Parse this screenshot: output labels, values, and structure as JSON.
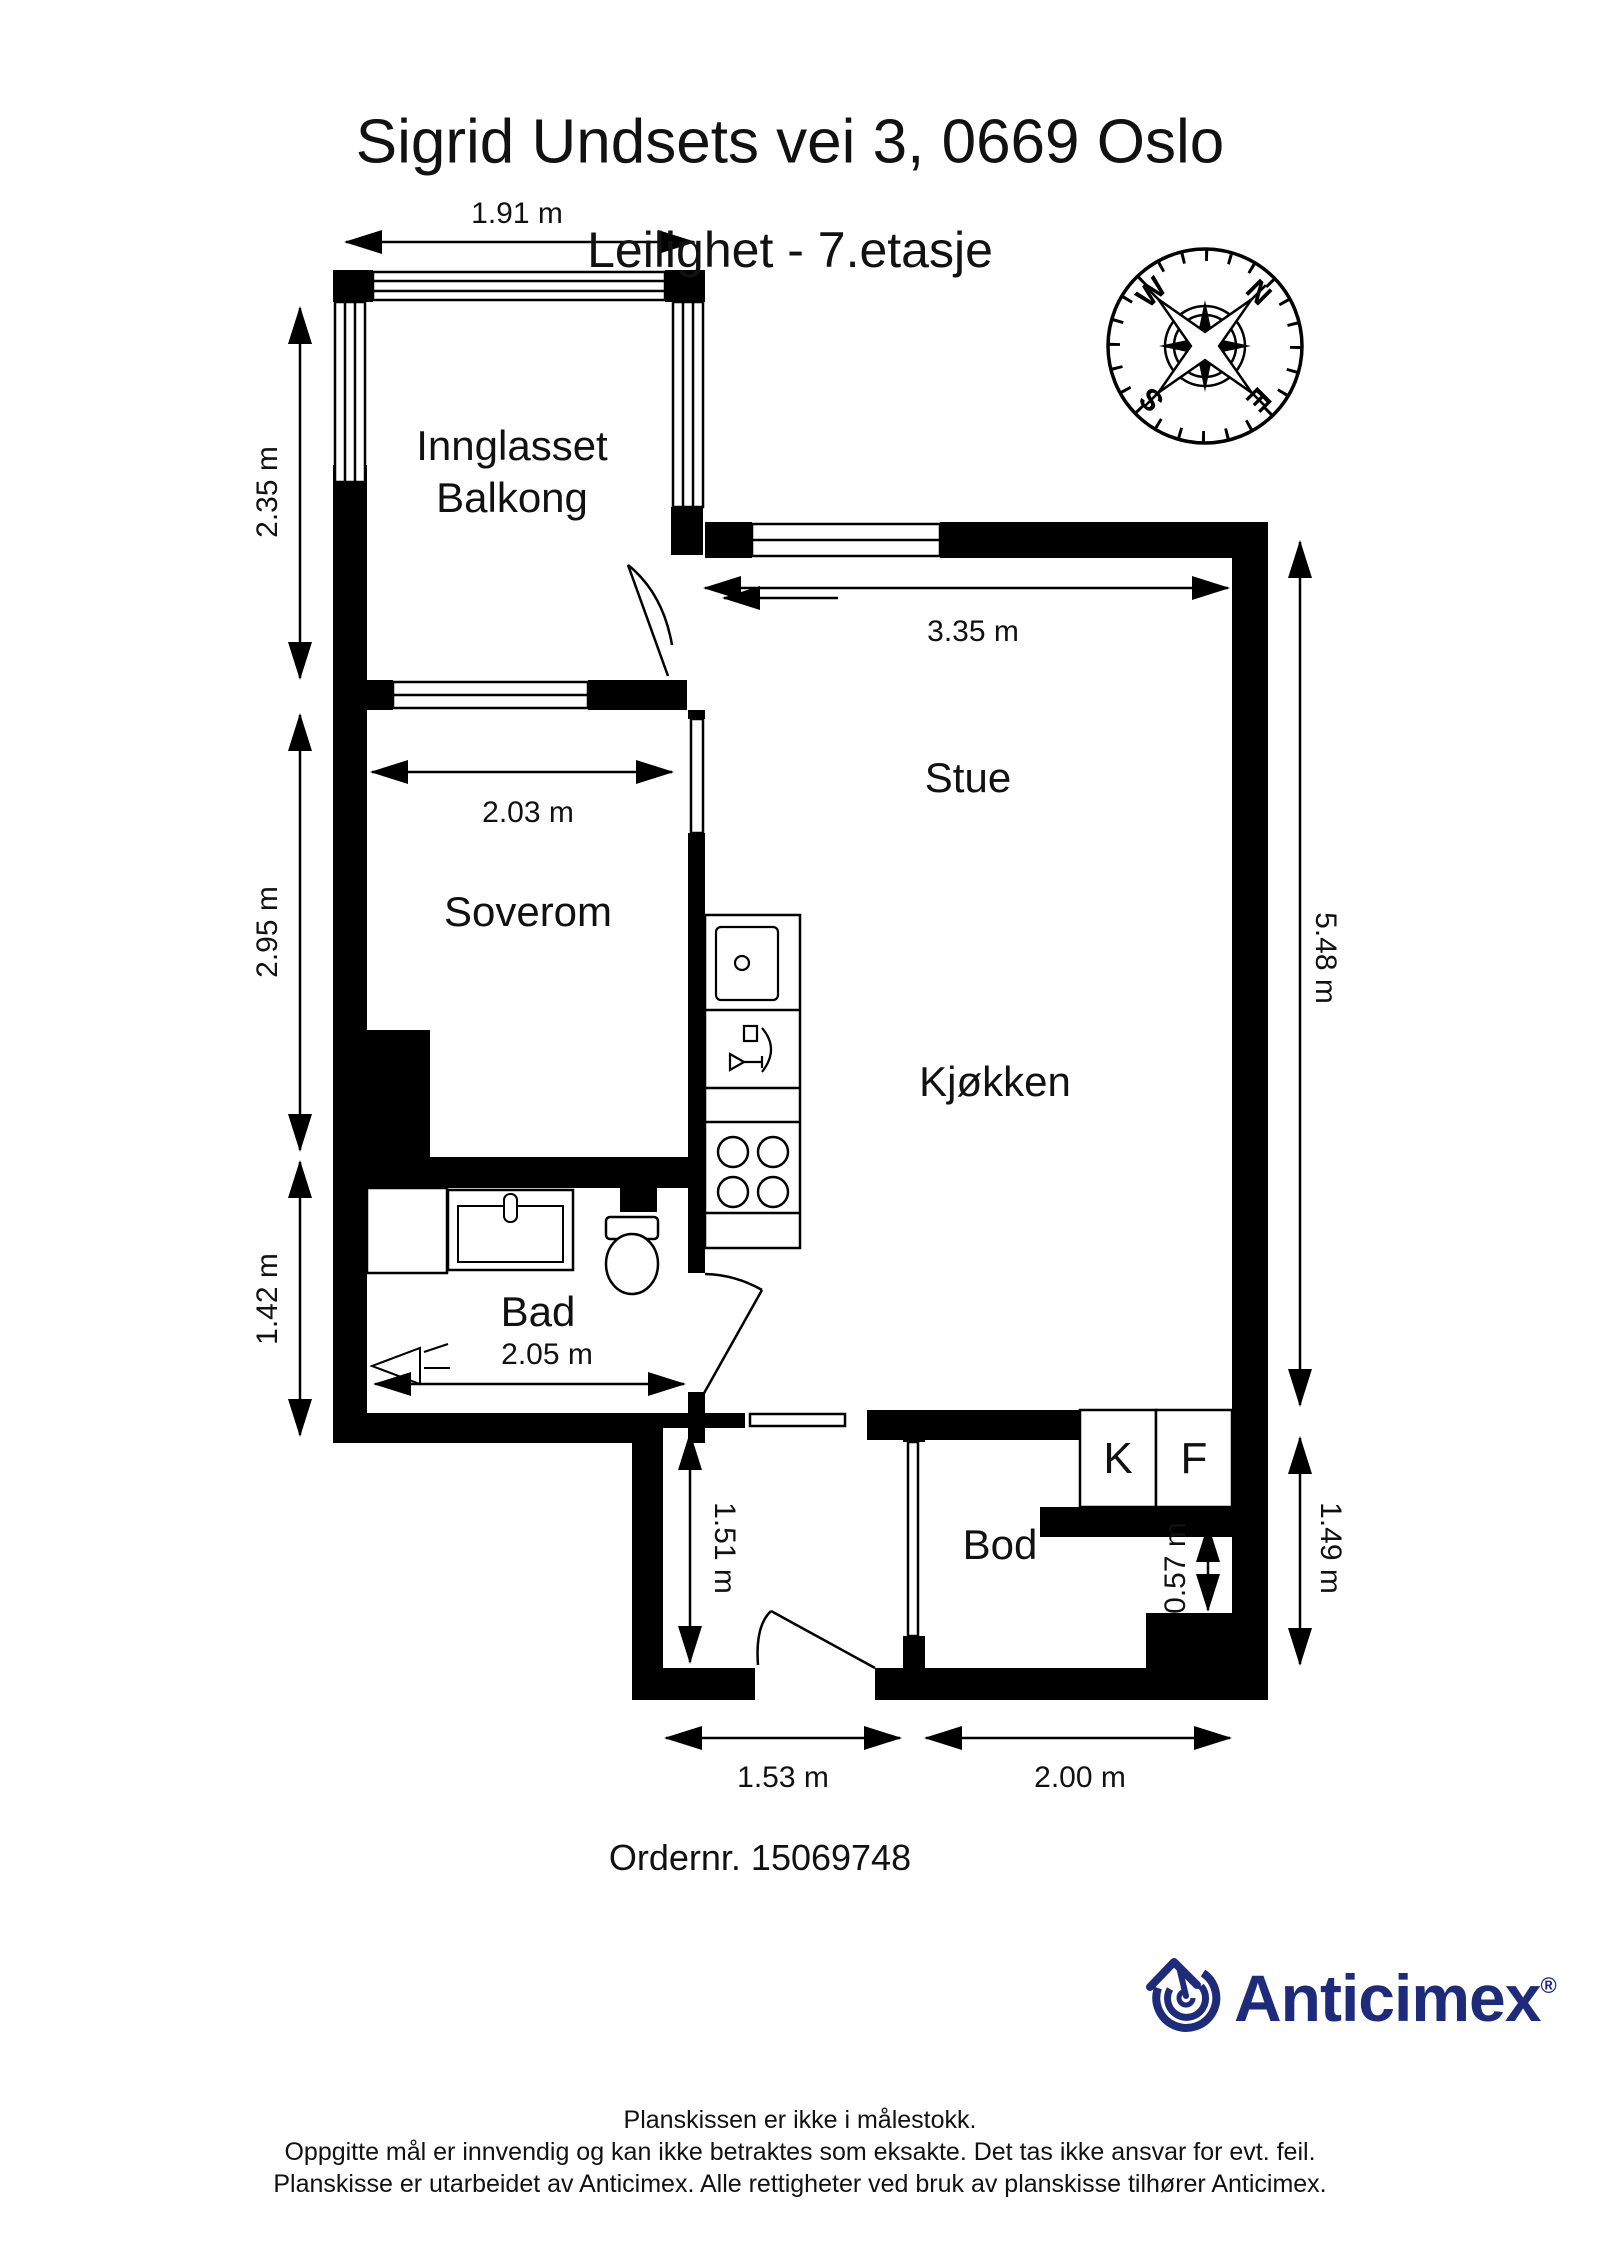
{
  "title": {
    "line1": "Sigrid Undsets vei 3, 0669 Oslo",
    "line2": "Leilighet  - 7.etasje"
  },
  "rooms": {
    "balcony_line1": "Innglasset",
    "balcony_line2": "Balkong",
    "livingroom": "Stue",
    "bedroom": "Soverom",
    "kitchen": "Kjøkken",
    "bathroom": "Bad",
    "storage": "Bod",
    "fridge_label": "K",
    "freezer_label": "F"
  },
  "measurements": {
    "balcony_width": "1.91 m",
    "balcony_depth": "2.35 m",
    "bedroom_width": "2.03 m",
    "bedroom_depth": "2.95 m",
    "bathroom_depth": "1.42 m",
    "bathroom_width": "2.05 m",
    "livingroom_width": "3.35 m",
    "right_height": "5.48 m",
    "hall_depth": "1.51 m",
    "niche_depth": "0.57 m",
    "bottom_right_height": "1.49 m",
    "hall_width": "1.53 m",
    "storage_width": "2.00 m"
  },
  "compass": {
    "n": "N",
    "e": "E",
    "s": "S",
    "w": "W"
  },
  "order": {
    "text": "Ordernr. 15069748"
  },
  "brand": {
    "name": "Anticimex",
    "registered": "®",
    "color": "#1e2b7a"
  },
  "footer": {
    "line1": "Planskissen er ikke i målestokk.",
    "line2": "Oppgitte mål er innvendig og kan ikke betraktes som eksakte. Det tas ikke ansvar for evt. feil.",
    "line3": "Planskisse er utarbeidet av Anticimex. Alle rettigheter ved bruk av planskisse tilhører Anticimex."
  }
}
